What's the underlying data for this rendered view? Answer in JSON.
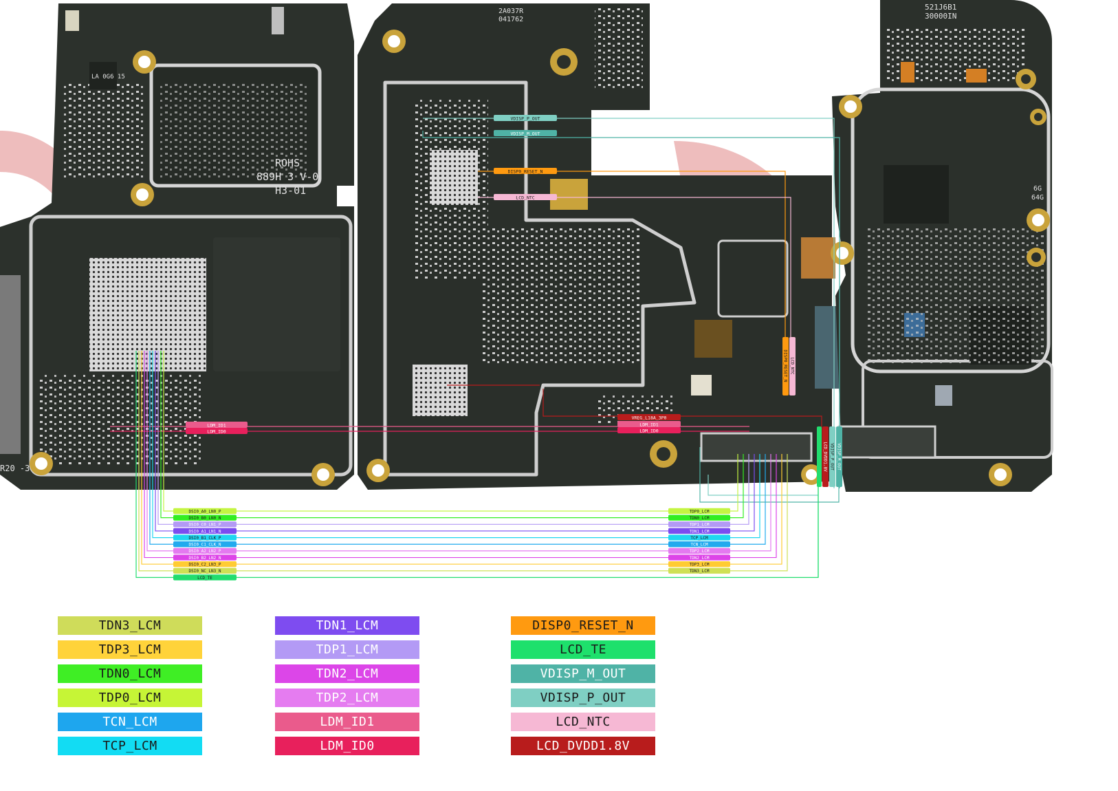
{
  "board": {
    "silk": {
      "left_rohs": "ROHS",
      "left_ul": "889H 3 V-0",
      "left_code": "H3-01",
      "left_part": "LA 0G6 15",
      "left_edge": "R20 -3",
      "mid_code1": "2A037R",
      "mid_code2": "041762",
      "right_code1": "521J6B1",
      "right_code2": "30000IN",
      "right_ram1": "6G",
      "right_ram2": "64G"
    },
    "board_labels": {
      "vdisp_p_out": "VDISP_P_OUT",
      "vdisp_m_out": "VDISP_M_OUT",
      "disp0_reset_n": "DISP0_RESET_N",
      "lcd_ntc": "LCD_NTC",
      "ldm_id1_left": "LDM_ID1",
      "ldm_id0_left": "LDM_ID0",
      "vreg": "VREG_L18A_3P0",
      "ldm_id1_right": "LDM_ID1",
      "ldm_id0_right": "LDM_ID0",
      "vert_reset": "DISP0_RESET_N",
      "vert_ntc": "LCD_NTC",
      "vert_dvdd": "LCD_DVDD1.8V",
      "vert_p": "VDISP_P_OUT",
      "vert_m": "VDISP_M_OUT"
    }
  },
  "dsi_left": [
    {
      "label": "DSI0_A0_LN0_P",
      "color": "#c4f542"
    },
    {
      "label": "DSI0_B0_LN0_N",
      "color": "#33ee22"
    },
    {
      "label": "DSI0_C0_LN1_P",
      "color": "#b39af5"
    },
    {
      "label": "DSI0_A1_LN1_N",
      "color": "#7b4cf0"
    },
    {
      "label": "DSI0_B1_CLK_P",
      "color": "#1ed6f0"
    },
    {
      "label": "DSI0_C1_CLK_N",
      "color": "#22aaee"
    },
    {
      "label": "DSI0_A2_LN2_P",
      "color": "#e47af0"
    },
    {
      "label": "DSI0_B2_LN2_N",
      "color": "#dd44e8"
    },
    {
      "label": "DSI0_C2_LN3_P",
      "color": "#ffcc33"
    },
    {
      "label": "DSI0_NC_LN3_N",
      "color": "#cfe055"
    },
    {
      "label": "LCD_TE",
      "color": "#22dd6e"
    }
  ],
  "lcm_right": [
    {
      "label": "TDP0_LCM",
      "color": "#c4f542"
    },
    {
      "label": "TDN0_LCM",
      "color": "#33ee22"
    },
    {
      "label": "TDP1_LCM",
      "color": "#b39af5"
    },
    {
      "label": "TDN1_LCM",
      "color": "#7b4cf0"
    },
    {
      "label": "TCP_LCM",
      "color": "#1ed6f0"
    },
    {
      "label": "TCN_LCM",
      "color": "#22aaee"
    },
    {
      "label": "TDP2_LCM",
      "color": "#e47af0"
    },
    {
      "label": "TDN2_LCM",
      "color": "#dd44e8"
    },
    {
      "label": "TDP3_LCM",
      "color": "#ffcc33"
    },
    {
      "label": "TDN3_LCM",
      "color": "#cfe055"
    }
  ],
  "legend": {
    "col1": [
      {
        "label": "TDN3_LCM",
        "color": "#cfdc5a",
        "text": "dark"
      },
      {
        "label": "TDP3_LCM",
        "color": "#ffd33a",
        "text": "dark"
      },
      {
        "label": "TDN0_LCM",
        "color": "#3fee25",
        "text": "dark"
      },
      {
        "label": "TDP0_LCM",
        "color": "#c6f536",
        "text": "dark"
      },
      {
        "label": "TCN_LCM",
        "color": "#1ea6ee",
        "text": "light"
      },
      {
        "label": "TCP_LCM",
        "color": "#12dcf3",
        "text": "dark"
      }
    ],
    "col2": [
      {
        "label": "TDN1_LCM",
        "color": "#7e4cf0",
        "text": "light"
      },
      {
        "label": "TDP1_LCM",
        "color": "#b39af5",
        "text": "light"
      },
      {
        "label": "TDN2_LCM",
        "color": "#dc46e8",
        "text": "light"
      },
      {
        "label": "TDP2_LCM",
        "color": "#e57cf0",
        "text": "light"
      },
      {
        "label": "LDM_ID1",
        "color": "#ea5b8c",
        "text": "light"
      },
      {
        "label": "LDM_ID0",
        "color": "#e8205c",
        "text": "light"
      }
    ],
    "col3": [
      {
        "label": "DISP0_RESET_N",
        "color": "#ff9a10",
        "text": "dark"
      },
      {
        "label": "LCD_TE",
        "color": "#1ee06c",
        "text": "dark"
      },
      {
        "label": "VDISP_M_OUT",
        "color": "#4fb3a6",
        "text": "light"
      },
      {
        "label": "VDISP_P_OUT",
        "color": "#7fcfc3",
        "text": "dark"
      },
      {
        "label": "LCD_NTC",
        "color": "#f6b8d4",
        "text": "dark"
      },
      {
        "label": "LCD_DVDD1.8V",
        "color": "#b81c1c",
        "text": "light"
      }
    ]
  }
}
